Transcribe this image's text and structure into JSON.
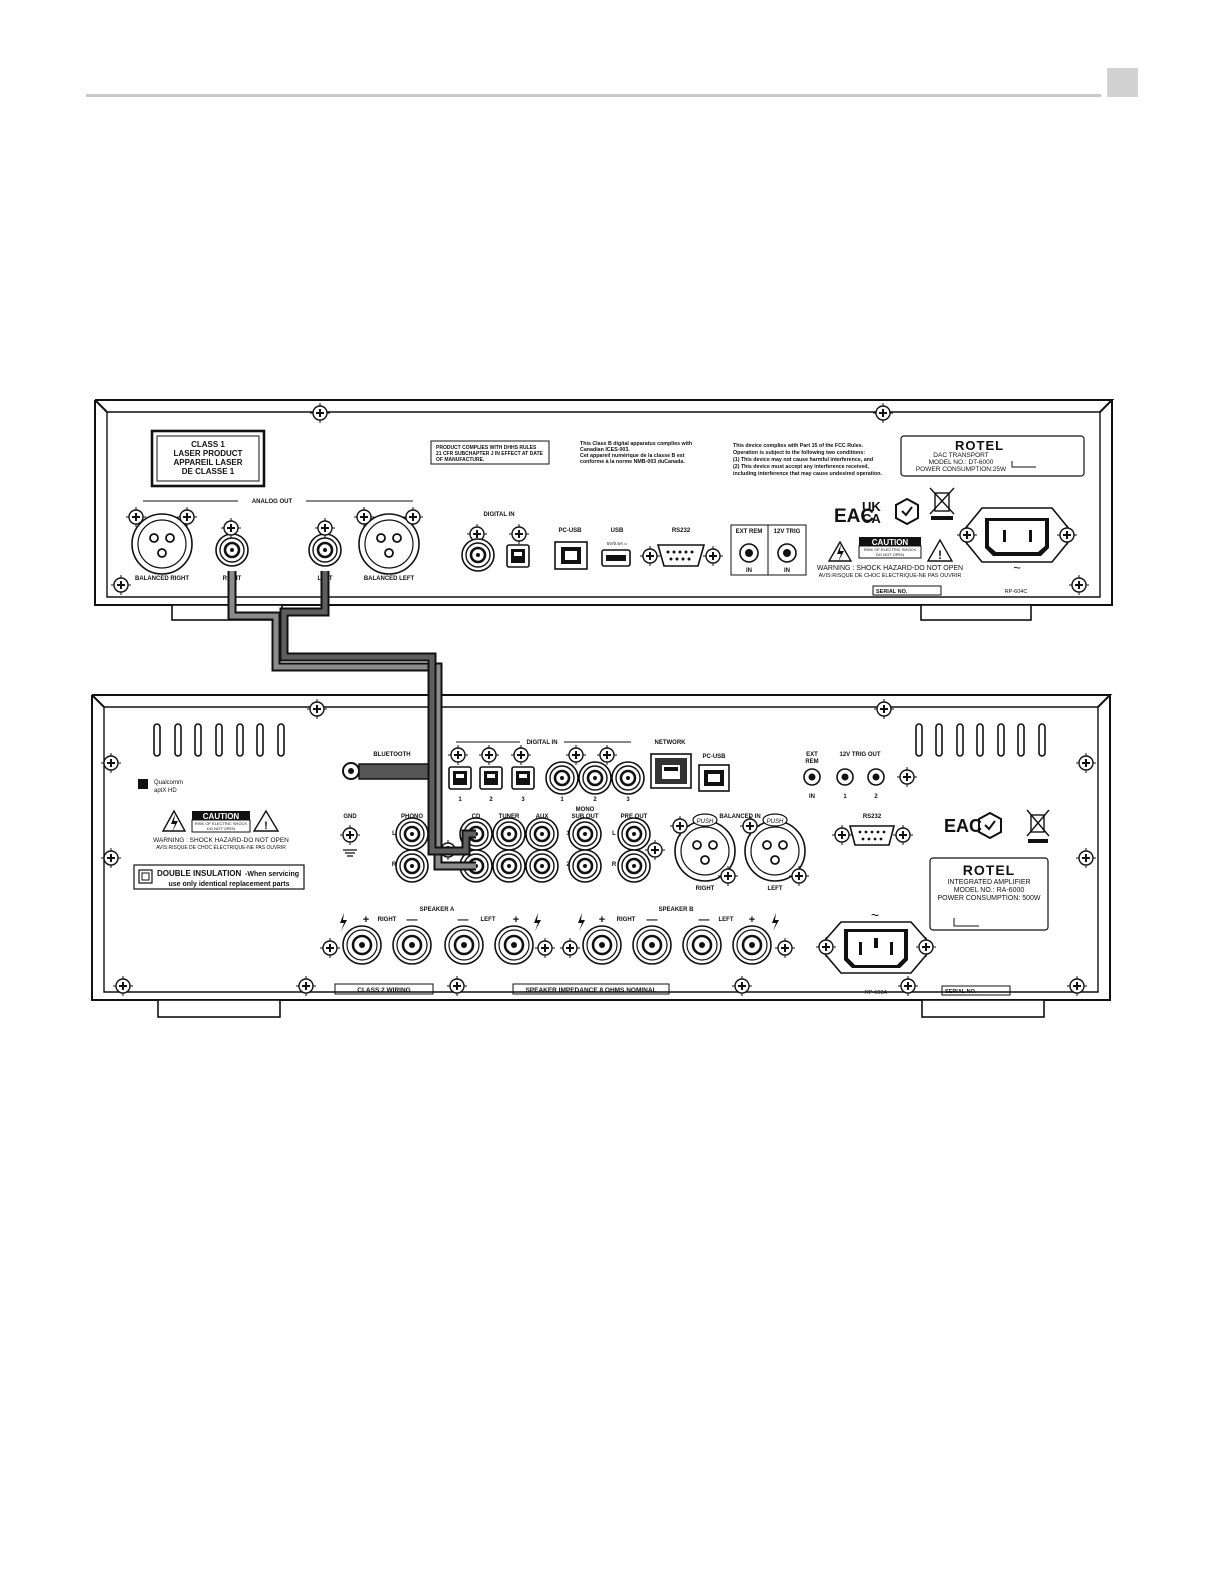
{
  "transport": {
    "laser_label": [
      "CLASS 1",
      "LASER PRODUCT",
      "APPAREIL LASER",
      "DE CLASSE 1"
    ],
    "ohms_notice": [
      "PRODUCT COMPLIES WITH DHHS RULES",
      "21 CFR SUBCHAPTER J IN EFFECT AT DATE",
      "OF MANUFACTURE."
    ],
    "ices_notice": [
      "This Class B digital apparatus complies with",
      "Canadian ICES-003.",
      "Cet appareil numérique de la classe B est",
      "conforme à la norme NMB-003 duCanada."
    ],
    "fcc_notice": [
      "This device complies with Part 15 of the FCC Rules.",
      "Operation is subject to the following two conditions:",
      "(1) This device may not cause harmful interference, and",
      "(2) This device must accept any interference received,",
      "including interference that may cause undesired operation."
    ],
    "brand": "ROTEL",
    "product": "DAC TRANSPORT",
    "model": "MODEL NO.: DT-6000",
    "power": "POWER CONSUMPTION:25W",
    "analog_out": "ANALOG OUT",
    "balanced_right": "BALANCED RIGHT",
    "right": "RIGHT",
    "left": "LEFT",
    "balanced_left": "BALANCED LEFT",
    "digital_in": "DIGITAL IN",
    "pc_usb": "PC-USB",
    "usb": "USB",
    "usb_rating": "5V/0.5A ═",
    "rs232": "RS232",
    "ext_rem": "EXT REM",
    "trig": "12V TRIG",
    "in1": "IN",
    "in2": "IN",
    "marks": [
      "EAC",
      "UK",
      "CA"
    ],
    "caution": "CAUTION",
    "caution_sub": [
      "RISK OF ELECTRIC SHOCK",
      "DO NOT OPEN"
    ],
    "warning": "WARNING : SHOCK HAZARD-DO NOT OPEN",
    "avis": "AVIS:RISQUE DE CHOC ÉLECTRIQUE-NE PAS OUVRIR",
    "serial": "SERIAL NO.",
    "ac_symbol": "~",
    "power_code": "RP-604C"
  },
  "amplifier": {
    "bluetooth": "BLUETOOTH",
    "qualcomm": [
      "Qualcomm",
      "aptX HD"
    ],
    "caution": "CAUTION",
    "caution_sub": [
      "RISK OF ELECTRIC SHOCK",
      "DO NOT OPEN"
    ],
    "warning": "WARNING : SHOCK HAZARD-DO NOT OPEN",
    "avis": "AVIS:RISQUE DE CHOC ÉLECTRIQUE-NE PAS OUVRIR",
    "double_insulation": "DOUBLE INSULATION",
    "double_insulation_rest": "-When servicing",
    "double_insulation_line2": "use only identical replacement parts",
    "digital_in": "DIGITAL IN",
    "digital_numbers": [
      "1",
      "2",
      "3",
      "1",
      "2",
      "3"
    ],
    "network": "NETWORK",
    "pc_usb": "PC-USB",
    "ext_rem": [
      "EXT",
      "REM"
    ],
    "trig_out": "12V TRIG OUT",
    "in": "IN",
    "trig_numbers": [
      "1",
      "2"
    ],
    "gnd": "GND",
    "phono": "PHONO",
    "cd": "CD",
    "tuner": "TUNER",
    "aux": "AUX",
    "mono": "MONO",
    "sub_out": "SUB OUT",
    "pre_out": "PRE OUT",
    "balanced_in": "BALANCED IN",
    "push": "PUSH",
    "right": "RIGHT",
    "left": "LEFT",
    "rs232": "RS232",
    "l": "L",
    "r": "R",
    "sub_numbers": [
      "1",
      "2"
    ],
    "marks": [
      "EAC"
    ],
    "brand": "ROTEL",
    "product": "INTEGRATED AMPLIFIER",
    "model": "MODEL NO.: RA-6000",
    "power": "POWER CONSUMPTION: 500W",
    "speaker_a": "SPEAKER  A",
    "speaker_b": "SPEAKER  B",
    "class2": "CLASS 2 WIRING",
    "impedance": "SPEAKER IMPEDANCE 8 OHMS NOMINAL",
    "plus": "+",
    "minus": "—",
    "ac_symbol": "~",
    "power_code": "RP-603A",
    "serial": "SERIAL NO."
  }
}
